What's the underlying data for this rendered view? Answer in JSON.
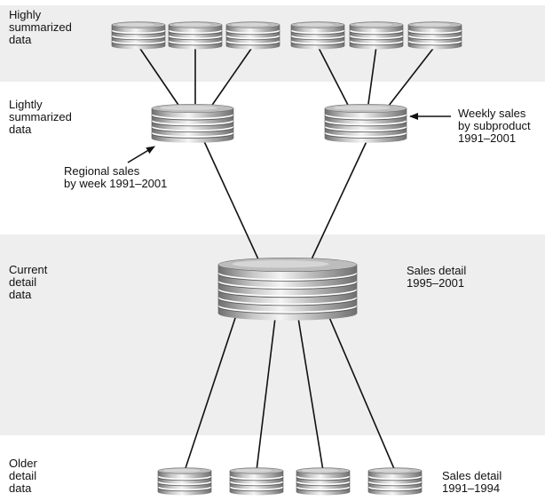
{
  "tiers": {
    "highly_summarized": "Highly\nsummarized\ndata",
    "lightly_summarized": "Lightly\nsummarized\ndata",
    "current_detail": "Current\ndetail\ndata",
    "older_detail": "Older\ndetail\ndata"
  },
  "annotations": {
    "regional_sales": "Regional sales\nby week 1991–2001",
    "weekly_sales": "Weekly sales\nby subproduct\n1991–2001",
    "sales_detail_current": "Sales detail\n1995–2001",
    "sales_detail_older": "Sales detail\n1991–1994"
  },
  "colors": {
    "band_shade": "#eeeeee",
    "line": "#111111",
    "cylinder_light": "#f2f2f2",
    "cylinder_dark": "#7a7a7a"
  }
}
